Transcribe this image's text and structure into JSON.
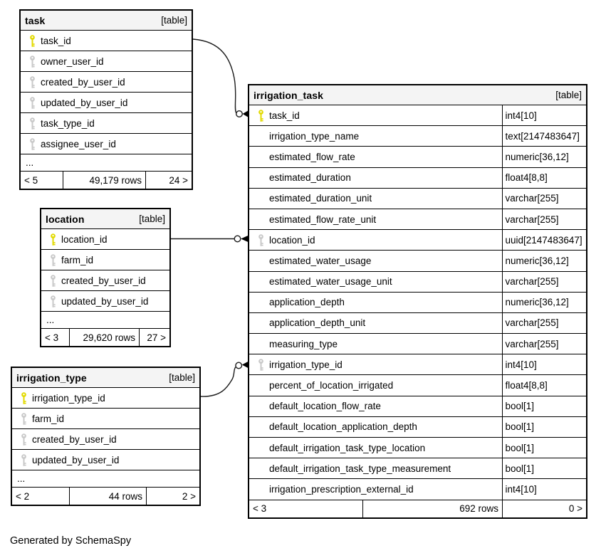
{
  "note": "Generated by SchemaSpy",
  "colors": {
    "primary_key": "#e2da00",
    "index_key": "#c9c9c9",
    "header_bg": "#f4f4f4",
    "border": "#000000"
  },
  "tables": {
    "task": {
      "name": "task",
      "tag": "[table]",
      "columns": [
        {
          "name": "task_id",
          "key": "pk"
        },
        {
          "name": "owner_user_id",
          "key": "index"
        },
        {
          "name": "created_by_user_id",
          "key": "index"
        },
        {
          "name": "updated_by_user_id",
          "key": "index"
        },
        {
          "name": "task_type_id",
          "key": "index"
        },
        {
          "name": "assignee_user_id",
          "key": "index"
        },
        {
          "name": "...",
          "key": "none"
        }
      ],
      "footer": {
        "parents": "< 5",
        "rows": "49,179 rows",
        "children": "24 >"
      }
    },
    "location": {
      "name": "location",
      "tag": "[table]",
      "columns": [
        {
          "name": "location_id",
          "key": "pk"
        },
        {
          "name": "farm_id",
          "key": "index"
        },
        {
          "name": "created_by_user_id",
          "key": "index"
        },
        {
          "name": "updated_by_user_id",
          "key": "index"
        },
        {
          "name": "...",
          "key": "none"
        }
      ],
      "footer": {
        "parents": "< 3",
        "rows": "29,620 rows",
        "children": "27 >"
      }
    },
    "irrigation_type": {
      "name": "irrigation_type",
      "tag": "[table]",
      "columns": [
        {
          "name": "irrigation_type_id",
          "key": "pk"
        },
        {
          "name": "farm_id",
          "key": "index"
        },
        {
          "name": "created_by_user_id",
          "key": "index"
        },
        {
          "name": "updated_by_user_id",
          "key": "index"
        },
        {
          "name": "...",
          "key": "none"
        }
      ],
      "footer": {
        "parents": "< 2",
        "rows": "44 rows",
        "children": "2 >"
      }
    },
    "irrigation_task": {
      "name": "irrigation_task",
      "tag": "[table]",
      "columns": [
        {
          "name": "task_id",
          "type": "int4[10]",
          "key": "pk"
        },
        {
          "name": "irrigation_type_name",
          "type": "text[2147483647]",
          "key": "none"
        },
        {
          "name": "estimated_flow_rate",
          "type": "numeric[36,12]",
          "key": "none"
        },
        {
          "name": "estimated_duration",
          "type": "float4[8,8]",
          "key": "none"
        },
        {
          "name": "estimated_duration_unit",
          "type": "varchar[255]",
          "key": "none"
        },
        {
          "name": "estimated_flow_rate_unit",
          "type": "varchar[255]",
          "key": "none"
        },
        {
          "name": "location_id",
          "type": "uuid[2147483647]",
          "key": "index"
        },
        {
          "name": "estimated_water_usage",
          "type": "numeric[36,12]",
          "key": "none"
        },
        {
          "name": "estimated_water_usage_unit",
          "type": "varchar[255]",
          "key": "none"
        },
        {
          "name": "application_depth",
          "type": "numeric[36,12]",
          "key": "none"
        },
        {
          "name": "application_depth_unit",
          "type": "varchar[255]",
          "key": "none"
        },
        {
          "name": "measuring_type",
          "type": "varchar[255]",
          "key": "none"
        },
        {
          "name": "irrigation_type_id",
          "type": "int4[10]",
          "key": "index"
        },
        {
          "name": "percent_of_location_irrigated",
          "type": "float4[8,8]",
          "key": "none"
        },
        {
          "name": "default_location_flow_rate",
          "type": "bool[1]",
          "key": "none"
        },
        {
          "name": "default_location_application_depth",
          "type": "bool[1]",
          "key": "none"
        },
        {
          "name": "default_irrigation_task_type_location",
          "type": "bool[1]",
          "key": "none"
        },
        {
          "name": "default_irrigation_task_type_measurement",
          "type": "bool[1]",
          "key": "none"
        },
        {
          "name": "irrigation_prescription_external_id",
          "type": "int4[10]",
          "key": "none"
        }
      ],
      "footer": {
        "parents": "< 3",
        "rows": "692 rows",
        "children": "0 >"
      }
    }
  },
  "relationships": [
    {
      "from": "task.task_id",
      "to": "irrigation_task.task_id"
    },
    {
      "from": "location.location_id",
      "to": "irrigation_task.location_id"
    },
    {
      "from": "irrigation_type.irrigation_type_id",
      "to": "irrigation_task.irrigation_type_id"
    }
  ]
}
